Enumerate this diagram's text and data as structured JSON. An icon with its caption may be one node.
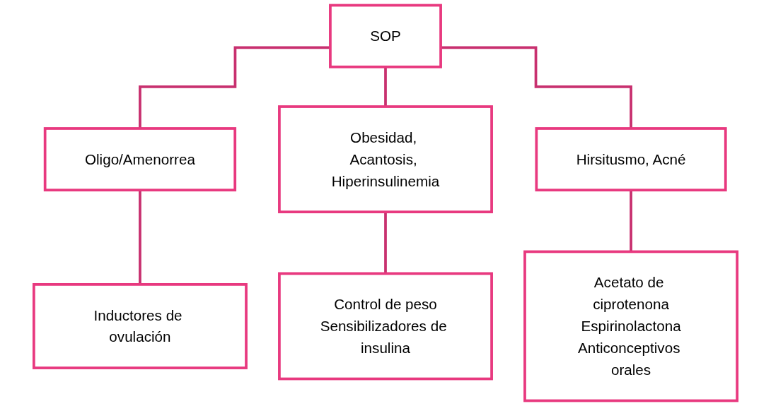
{
  "diagram": {
    "nodes": [
      {
        "text": [
          "SOP"
        ]
      },
      {
        "text": [
          "Oligo/Amenorrea"
        ]
      },
      {
        "text": [
          "Obesidad, Acantosis, Hiperinsulinemia"
        ]
      },
      {
        "text": [
          "Hirsitusmo, Acné"
        ]
      },
      {
        "text": [
          "Inductores de ovulación"
        ]
      },
      {
        "text": [
          "Control de peso",
          "Sensibilizadores de insulina"
        ]
      },
      {
        "text": [
          "Acetato de ciprotenona",
          "Espirinolactona",
          "Anticonceptivos orales"
        ]
      }
    ],
    "edges": [
      {
        "from": 0,
        "to": 1,
        "arrow": "none"
      },
      {
        "from": 0,
        "to": 2,
        "arrow": "none"
      },
      {
        "from": 0,
        "to": 3,
        "arrow": "none"
      },
      {
        "from": 1,
        "to": 4,
        "arrow": "none"
      },
      {
        "from": 2,
        "to": 5,
        "arrow": "none"
      },
      {
        "from": 3,
        "to": 6,
        "arrow": "none"
      }
    ]
  }
}
